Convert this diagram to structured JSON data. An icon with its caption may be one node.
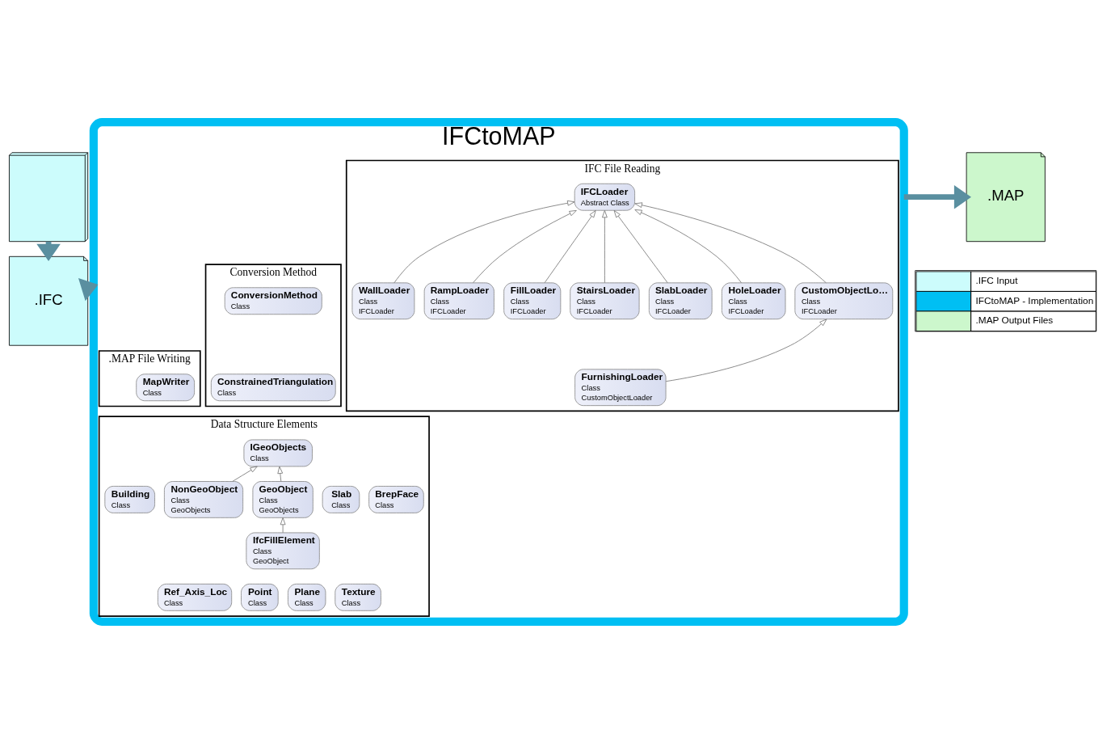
{
  "diagram": {
    "nodes": [
      {
        "text": [],
        "shape": "box"
      },
      {
        "text": [
          ".IFC"
        ]
      },
      {
        "text": [
          "IFCtoMAP"
        ]
      },
      {
        "text": [
          "IFC File Reading"
        ],
        "in": 2
      },
      {
        "text": [
          "Conversion Method"
        ],
        "in": 2
      },
      {
        "text": [
          ".MAP File Writing"
        ],
        "in": 2
      },
      {
        "text": [
          "Data Structure Elements"
        ],
        "in": 2
      },
      {
        "text": [
          "IFCLoader",
          "Abstract Class"
        ],
        "in": 3
      },
      {
        "text": [
          "WallLoader",
          "Class",
          "IFCLoader"
        ],
        "in": 3
      },
      {
        "text": [
          "RampLoader",
          "Class",
          "IFCLoader"
        ],
        "in": 3
      },
      {
        "text": [
          "FillLoader",
          "Class",
          "IFCLoader"
        ],
        "in": 3
      },
      {
        "text": [
          "StairsLoader",
          "Class",
          "IFCLoader"
        ],
        "in": 3
      },
      {
        "text": [
          "SlabLoader",
          "Class",
          "IFCLoader"
        ],
        "in": 3
      },
      {
        "text": [
          "HoleLoader",
          "Class",
          "IFCLoader"
        ],
        "in": 3
      },
      {
        "text": [
          "CustomObjectLo…",
          "Class",
          "IFCLoader"
        ],
        "in": 3
      },
      {
        "text": [
          "FurnishingLoader",
          "Class",
          "CustomObjectLoader"
        ],
        "in": 3
      },
      {
        "text": [
          "ConversionMethod",
          "Class"
        ],
        "in": 4
      },
      {
        "text": [
          "ConstrainedTriangulation",
          "Class"
        ],
        "in": 4
      },
      {
        "text": [
          "MapWriter",
          "Class"
        ],
        "in": 5
      },
      {
        "text": [
          "IGeoObjects",
          "Class"
        ],
        "in": 6
      },
      {
        "text": [
          "Building",
          "Class"
        ],
        "in": 6
      },
      {
        "text": [
          "NonGeoObject",
          "Class",
          "GeoObjects"
        ],
        "in": 6
      },
      {
        "text": [
          "GeoObject",
          "Class",
          "GeoObjects"
        ],
        "in": 6
      },
      {
        "text": [
          "Slab",
          "Class"
        ],
        "in": 6
      },
      {
        "text": [
          "BrepFace",
          "Class"
        ],
        "in": 6
      },
      {
        "text": [
          "IfcFillElement",
          "Class",
          "GeoObject"
        ],
        "in": 6
      },
      {
        "text": [
          "Ref_Axis_Loc",
          "Class"
        ],
        "in": 6
      },
      {
        "text": [
          "Point",
          "Class"
        ],
        "in": 6
      },
      {
        "text": [
          "Plane",
          "Class"
        ],
        "in": 6
      },
      {
        "text": [
          "Texture",
          "Class"
        ],
        "in": 6
      },
      {
        "text": [
          ".MAP"
        ]
      }
    ],
    "edges": [
      {
        "from": 0,
        "to": 1,
        "arrow": "to",
        "style": "thick"
      },
      {
        "from": 1,
        "to": 2,
        "arrow": "to",
        "style": "thick"
      },
      {
        "from": 2,
        "to": 30,
        "arrow": "to",
        "style": "thick"
      },
      {
        "from": 8,
        "to": 7,
        "arrow": "to"
      },
      {
        "from": 9,
        "to": 7,
        "arrow": "to"
      },
      {
        "from": 10,
        "to": 7,
        "arrow": "to"
      },
      {
        "from": 11,
        "to": 7,
        "arrow": "to"
      },
      {
        "from": 12,
        "to": 7,
        "arrow": "to"
      },
      {
        "from": 13,
        "to": 7,
        "arrow": "to"
      },
      {
        "from": 14,
        "to": 7,
        "arrow": "to"
      },
      {
        "from": 15,
        "to": 14,
        "arrow": "to"
      },
      {
        "from": 21,
        "to": 19,
        "arrow": "to"
      },
      {
        "from": 22,
        "to": 19,
        "arrow": "to"
      },
      {
        "from": 25,
        "to": 22,
        "arrow": "to"
      }
    ],
    "legend": [
      {
        "text": ".IFC Input",
        "color": "#ccfcfc"
      },
      {
        "text": "IFCtoMAP - Implementation",
        "color": "#00bff3"
      },
      {
        "text": ".MAP Output Files",
        "color": "#ccf7cc"
      }
    ]
  }
}
